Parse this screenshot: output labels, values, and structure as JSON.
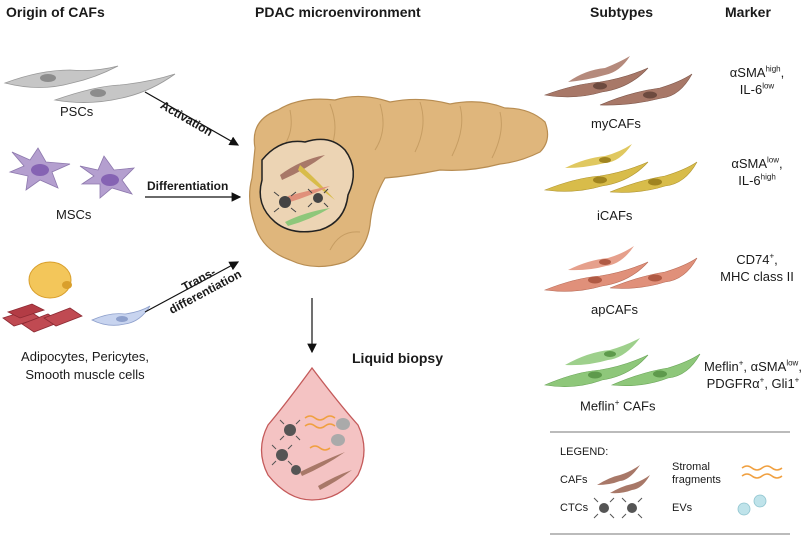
{
  "headers": {
    "origin": "Origin of CAFs",
    "microenv": "PDAC microenvironment",
    "subtypes": "Subtypes",
    "marker": "Marker"
  },
  "origins": {
    "pscs": "PSCs",
    "mscs": "MSCs",
    "other_line1": "Adipocytes, Pericytes,",
    "other_line2": "Smooth muscle cells"
  },
  "arrows": {
    "activation": "Activation",
    "differentiation": "Differentiation",
    "trans1": "Trans-",
    "trans2": "differentiation"
  },
  "liquid_biopsy": "Liquid biopsy",
  "subtypes": [
    {
      "name": "myCAFs",
      "color": "#a87868"
    },
    {
      "name": "iCAFs",
      "color": "#d8bc4a"
    },
    {
      "name": "apCAFs",
      "color": "#e0907a"
    },
    {
      "name_main": "Meflin",
      "name_sup": "+",
      "name_rest": " CAFs",
      "color": "#8ec77a"
    }
  ],
  "markers": {
    "mycaf_l1_main": "αSMA",
    "mycaf_l1_sup": "high",
    "mycaf_l1_tail": ",",
    "mycaf_l2_main": "IL-6",
    "mycaf_l2_sup": "low",
    "icaf_l1_main": "αSMA",
    "icaf_l1_sup": "low",
    "icaf_l1_tail": ",",
    "icaf_l2_main": "IL-6",
    "icaf_l2_sup": "high",
    "apcaf_l1_main": "CD74",
    "apcaf_l1_sup": "+",
    "apcaf_l1_tail": ",",
    "apcaf_l2": "MHC class II",
    "meflin_l1_a": "Meflin",
    "meflin_l1_a_sup": "+",
    "meflin_l1_b": ", αSMA",
    "meflin_l1_b_sup": "low",
    "meflin_l1_tail": ",",
    "meflin_l2_a": "PDGFRα",
    "meflin_l2_a_sup": "+",
    "meflin_l2_b": ", Gli1",
    "meflin_l2_b_sup": "+"
  },
  "legend": {
    "title": "LEGEND:",
    "cafs": "CAFs",
    "stromal1": "Stromal",
    "stromal2": "fragments",
    "ctcs": "CTCs",
    "evs": "EVs"
  },
  "colors": {
    "pancreas": "#dfb67c",
    "pancreas_edge": "#b88d52",
    "psc": "#c8c8c8",
    "msc": "#b49fcf",
    "adipocyte": "#f3c65a",
    "pericyte": "#c04a52",
    "smooth_muscle": "#b9c7e8",
    "drop": "#f4c3c3",
    "drop_edge": "#c45a5a",
    "stromal": "#f0a040",
    "ev": "#bfe3ea",
    "ctc": "#555555"
  }
}
